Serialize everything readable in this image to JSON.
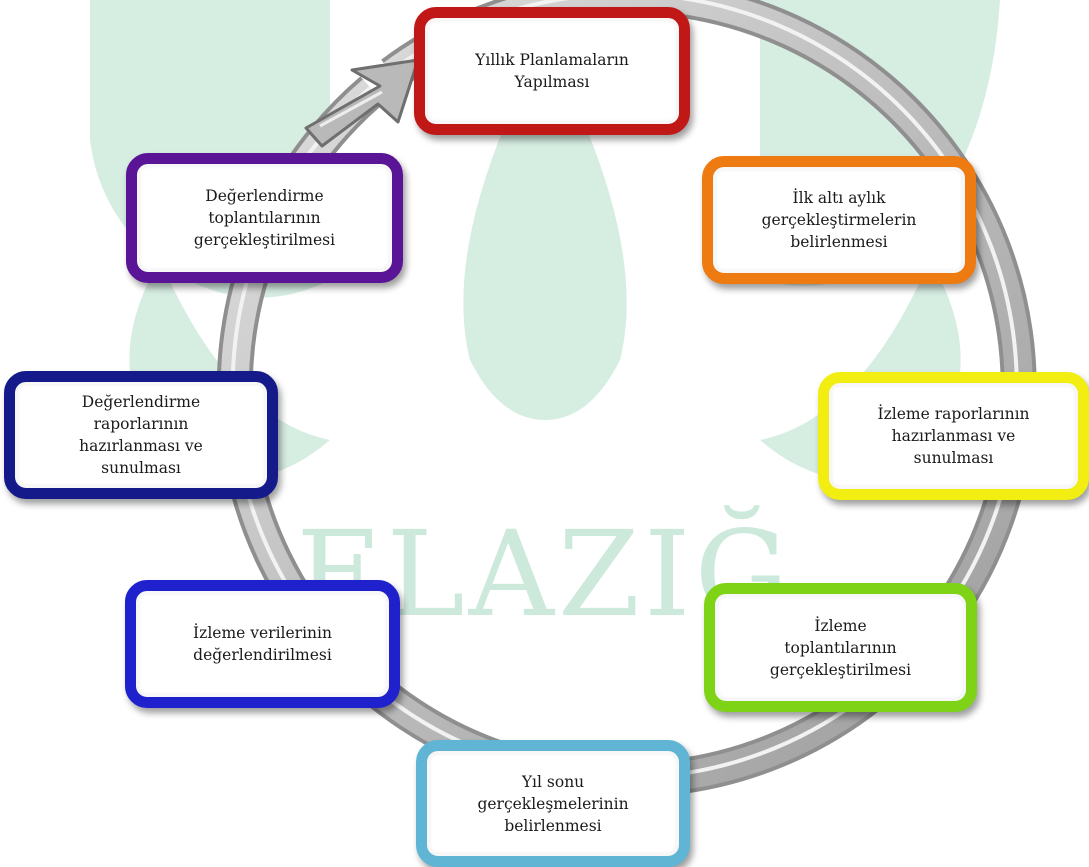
{
  "watermark": {
    "text": "ELAZIĞ",
    "color": "#cde9dc"
  },
  "cycle": {
    "ring_color": "#c4c4c4",
    "ring_edge": "#8f8f8f",
    "arrow": "arrow-clockwise-icon"
  },
  "steps": [
    {
      "id": "yillik-planlama",
      "label": "Yıllık Planlamaların\nYapılması",
      "color": "#c01717"
    },
    {
      "id": "ilk-alti-ay",
      "label": "İlk altı aylık\ngerçekleştirmelerin\nbelirlenmesi",
      "color": "#ee7a12"
    },
    {
      "id": "izleme-raporlari",
      "label": "İzleme raporlarının\nhazırlanması ve\nsunulması",
      "color": "#f2ee12"
    },
    {
      "id": "izleme-toplantilari",
      "label": "İzleme\ntoplantılarının\ngerçekleştirilmesi",
      "color": "#7ed317"
    },
    {
      "id": "yil-sonu",
      "label": "Yıl sonu\ngerçekleşmelerinin\nbelirlenmesi",
      "color": "#5fb5d3"
    },
    {
      "id": "izleme-verileri",
      "label": "İzleme verilerinin\ndeğerlendirilmesi",
      "color": "#1f22cc"
    },
    {
      "id": "degerlendirme-raporlari",
      "label": "Değerlendirme\nraporlarının\nhazırlanması ve\nsunulması",
      "color": "#141a8a"
    },
    {
      "id": "degerlendirme-toplantilari",
      "label": "Değerlendirme\ntoplantılarının\ngerçekleştirilmesi",
      "color": "#5a1596"
    }
  ]
}
